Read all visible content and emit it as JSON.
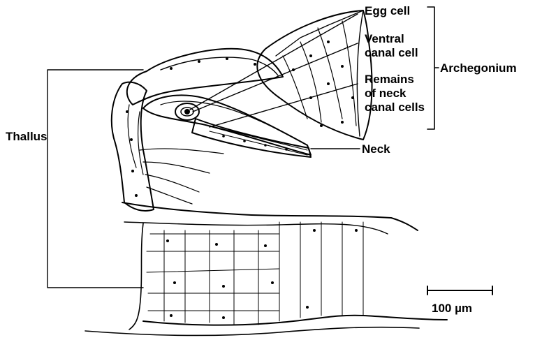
{
  "labels": {
    "egg_cell": "Egg cell",
    "ventral_canal_cell_1": "Ventral",
    "ventral_canal_cell_2": "canal cell",
    "remains_1": "Remains",
    "remains_2": "of neck",
    "remains_3": "canal cells",
    "archegonium": "Archegonium",
    "neck": "Neck",
    "thallus": "Thallus",
    "scale": "100 µm"
  },
  "colors": {
    "ink": "#000000",
    "paper": "#ffffff"
  },
  "icons": {
    "scale_bar": "scale-bar-icon"
  }
}
